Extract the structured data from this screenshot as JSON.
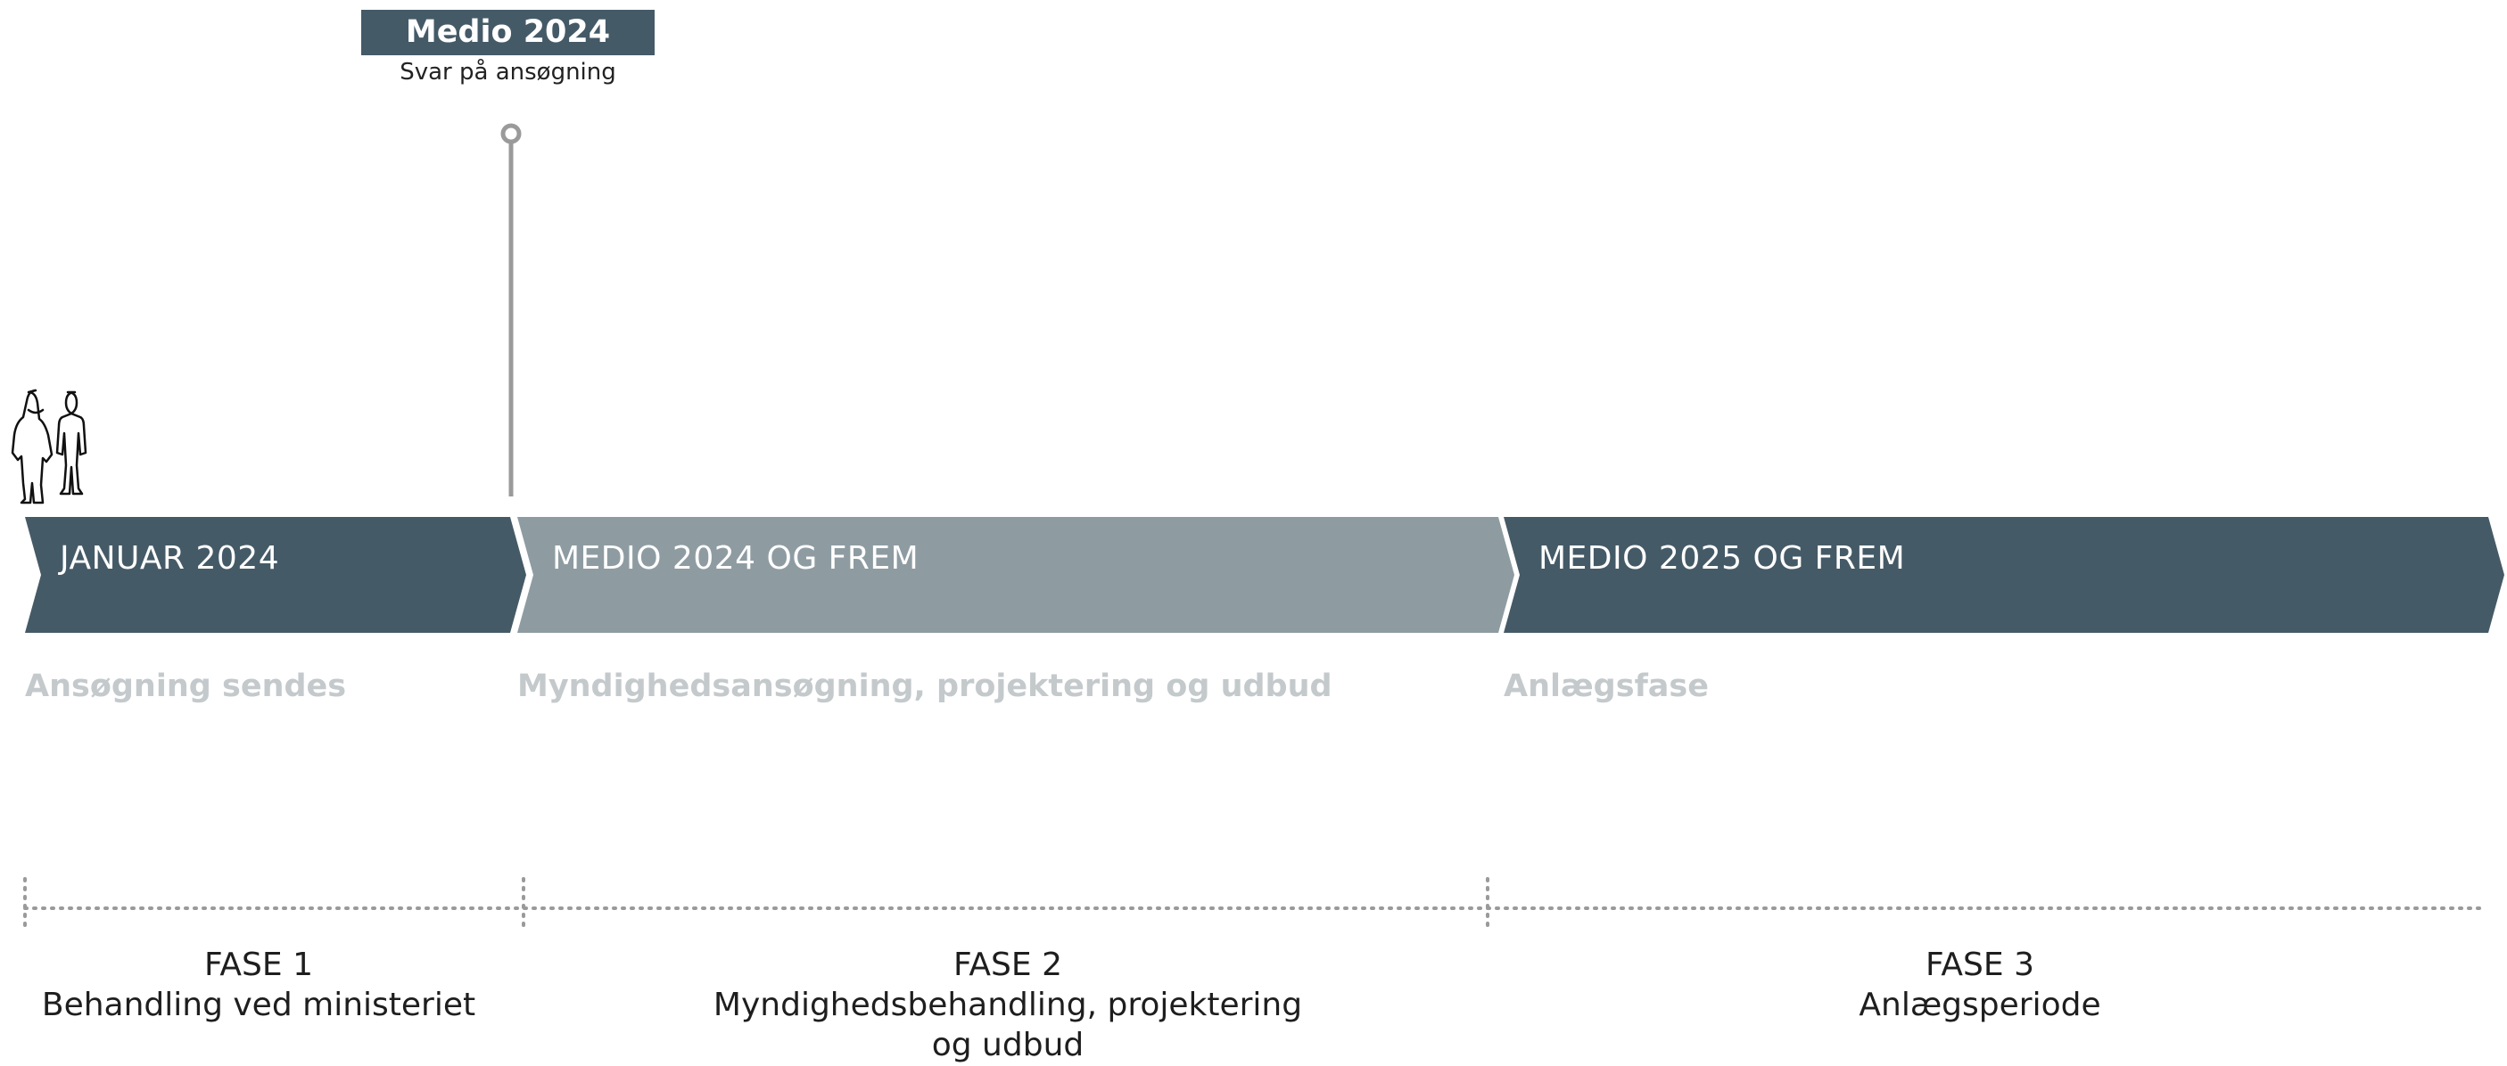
{
  "milestone": {
    "title": "Medio 2024",
    "subtitle": "Svar på ansøgning"
  },
  "phases": [
    {
      "label": "JANUAR 2024",
      "description": "Ansøgning sendes",
      "color": "#455a67"
    },
    {
      "label": "MEDIO 2024 OG FREM",
      "description": "Myndighedsansøgning, projektering og udbud",
      "color": "#8e9ca2"
    },
    {
      "label": "MEDIO 2025 OG FREM",
      "description": "Anlægsfase",
      "color": "#455a67"
    }
  ],
  "fases": [
    {
      "title": "FASE 1",
      "description": "Behandling ved ministeriet"
    },
    {
      "title": "FASE 2",
      "description": "Myndighedsbehandling, projektering og udbud"
    },
    {
      "title": "FASE 3",
      "description": "Anlægsperiode"
    }
  ],
  "colors": {
    "description_text": "#c4c9cc",
    "stem": "#9a9a9a",
    "dotted_line": "#9a9a9a"
  },
  "icons": [
    "people-silhouette-icon"
  ]
}
